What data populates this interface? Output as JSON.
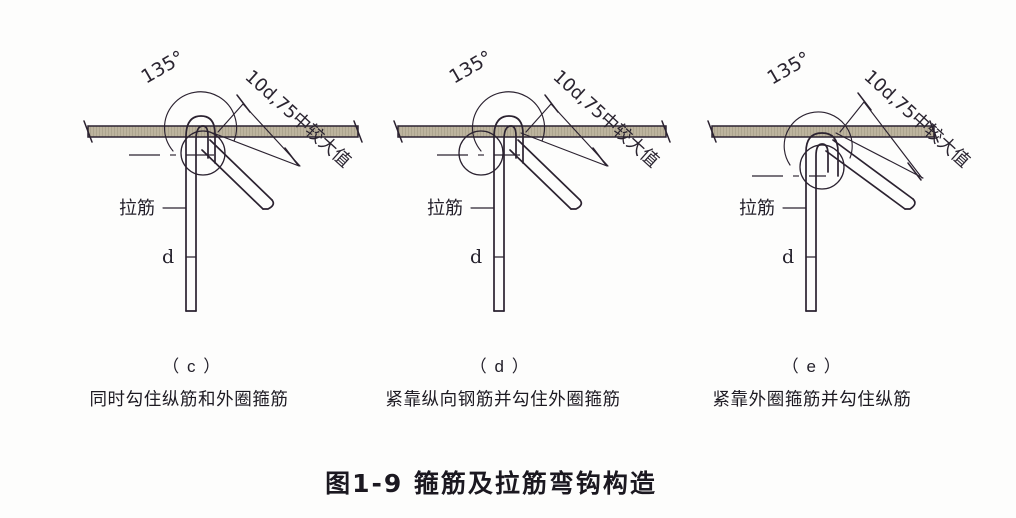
{
  "figure": {
    "title": "图1-9  箍筋及拉筋弯钩构造",
    "background_color": "#fdfdfc",
    "ink_color": "#2b2230",
    "bar_fill_color": "#b9b09a"
  },
  "annotations": {
    "angle": "135°",
    "dimension": "10d,75中较大值",
    "tie_label": "拉筋",
    "diameter_label": "d"
  },
  "panels": [
    {
      "letter": "（ c ）",
      "caption": "同时勾住纵筋和外圈箍筋",
      "hook_variant": "circle-left-shallow",
      "angle": "135°",
      "dimension": "10d,75中较大值",
      "tie_label": "拉筋",
      "diameter_label": "d"
    },
    {
      "letter": "（ d ）",
      "caption": "紧靠纵向钢筋并勾住外圈箍筋",
      "hook_variant": "circle-left",
      "angle": "135°",
      "dimension": "10d,75中较大值",
      "tie_label": "拉筋",
      "diameter_label": "d"
    },
    {
      "letter": "（ e ）",
      "caption": "紧靠外圈箍筋并勾住纵筋",
      "hook_variant": "circle-right",
      "angle": "135°",
      "dimension": "10d,75中较大值",
      "tie_label": "拉筋",
      "diameter_label": "d"
    }
  ]
}
